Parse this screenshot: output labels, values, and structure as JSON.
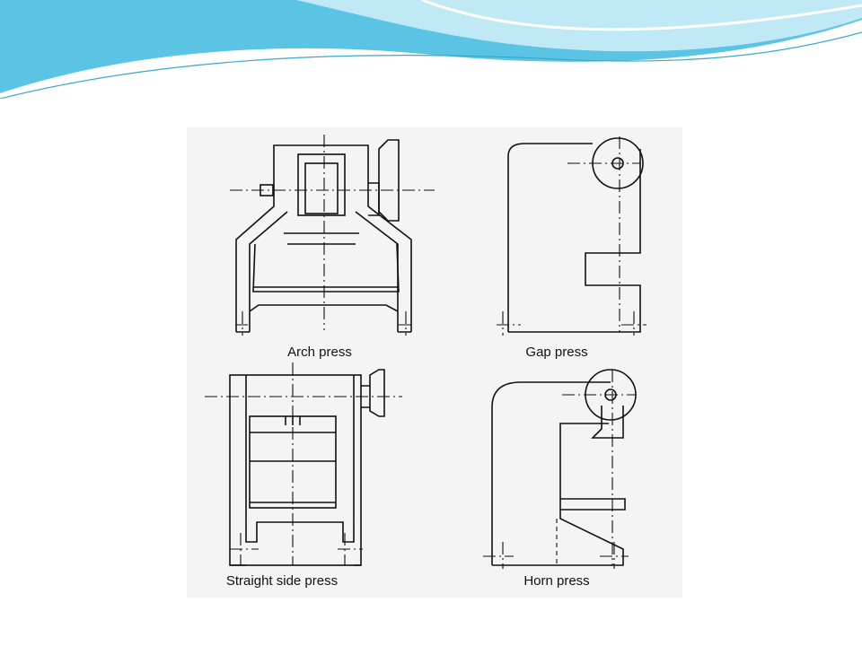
{
  "theme": {
    "wave_primary": "#5bc4e4",
    "wave_light": "#bfe9f5",
    "background": "#ffffff",
    "panel": "#f4f4f4"
  },
  "captions": {
    "arch": "Arch press",
    "gap": "Gap press",
    "straight": "Straight side press",
    "horn": "Horn press"
  }
}
